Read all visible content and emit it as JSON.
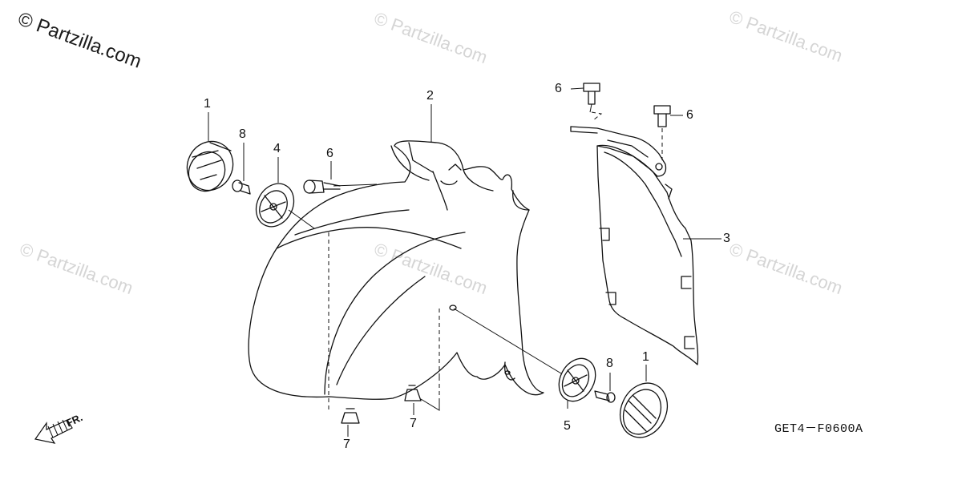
{
  "watermark": {
    "primary": "© Partzilla.com",
    "repeat": "© Partzilla.com"
  },
  "callouts": {
    "c1_top": "1",
    "c2": "2",
    "c3": "3",
    "c4": "4",
    "c5": "5",
    "c6_left": "6",
    "c6_top": "6",
    "c6_right": "6",
    "c7_left": "7",
    "c7_mid": "7",
    "c8_top": "8",
    "c8_bottom": "8",
    "c1_bottom": "1"
  },
  "diagram_code": "GET4－F0600A",
  "direction_label": "FR.",
  "colors": {
    "line": "#111111",
    "watermark": "#d5d5d5"
  }
}
